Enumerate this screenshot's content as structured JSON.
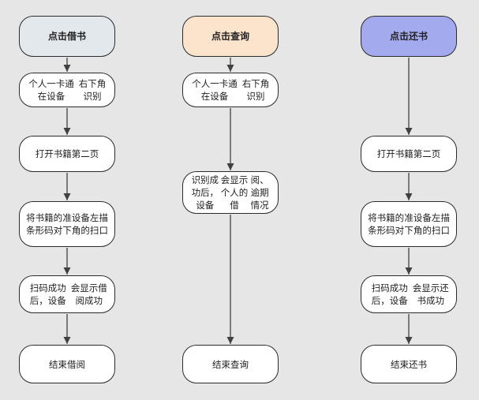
{
  "colors": {
    "borrow_start": "#e3e8ec",
    "query_start": "#fce3cc",
    "return_start": "#a3aaee",
    "node": "#ffffff",
    "line": "#404040"
  },
  "columns": [
    {
      "id": "borrow",
      "nodes": [
        {
          "lines": [
            "点击借书"
          ],
          "start": true
        },
        {
          "lines": [
            "个人一卡通在设备",
            "右下角识别"
          ]
        },
        {
          "lines": [
            "打开书籍第二页"
          ]
        },
        {
          "lines": [
            "将书籍的条形码对",
            "准设备左下角的扫",
            "描口"
          ]
        },
        {
          "lines": [
            "扫码成功后，设备",
            "会显示借阅成功"
          ]
        },
        {
          "lines": [
            "结束借阅"
          ]
        }
      ]
    },
    {
      "id": "query",
      "nodes": [
        {
          "lines": [
            "点击查询"
          ],
          "start": true
        },
        {
          "lines": [
            "个人一卡通在设备",
            "右下角识别"
          ]
        },
        {
          "lines": [
            "识别成功后，设备",
            "会显示个人的借",
            "阅、逾期情况"
          ]
        },
        {
          "lines": [
            "结束查询"
          ]
        }
      ]
    },
    {
      "id": "return",
      "nodes": [
        {
          "lines": [
            "点击还书"
          ],
          "start": true
        },
        {
          "lines": [
            "打开书籍第二页"
          ]
        },
        {
          "lines": [
            "将书籍的条形码对",
            "准设备左下角的扫",
            "描口"
          ]
        },
        {
          "lines": [
            "扫码成功后，设备",
            "会显示还书成功"
          ]
        },
        {
          "lines": [
            "结束还书"
          ]
        }
      ]
    }
  ]
}
